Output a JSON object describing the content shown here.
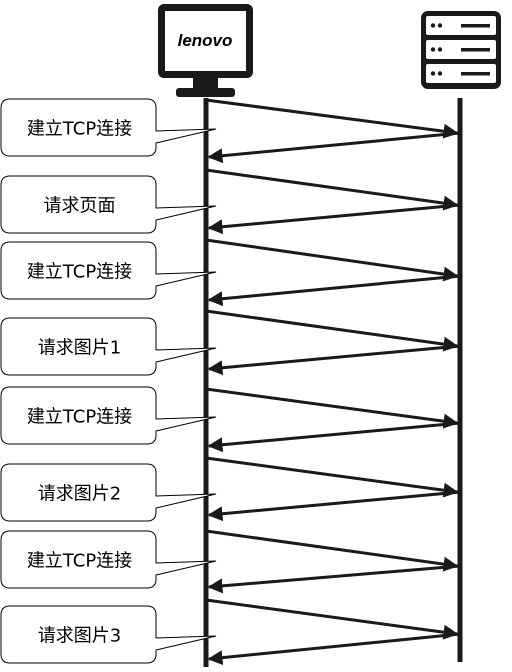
{
  "client": {
    "brand": "lenovo",
    "icon": "computer-monitor-icon"
  },
  "server": {
    "icon": "server-rack-icon"
  },
  "steps": [
    {
      "label": "建立TCP连接"
    },
    {
      "label": "请求页面"
    },
    {
      "label": "建立TCP连接"
    },
    {
      "label": "请求图片1"
    },
    {
      "label": "建立TCP连接"
    },
    {
      "label": "请求图片2"
    },
    {
      "label": "建立TCP连接"
    },
    {
      "label": "请求图片3"
    }
  ],
  "colors": {
    "line": "#1a1a1a",
    "callout_fill": "#ffffff",
    "callout_stroke": "#000000"
  }
}
